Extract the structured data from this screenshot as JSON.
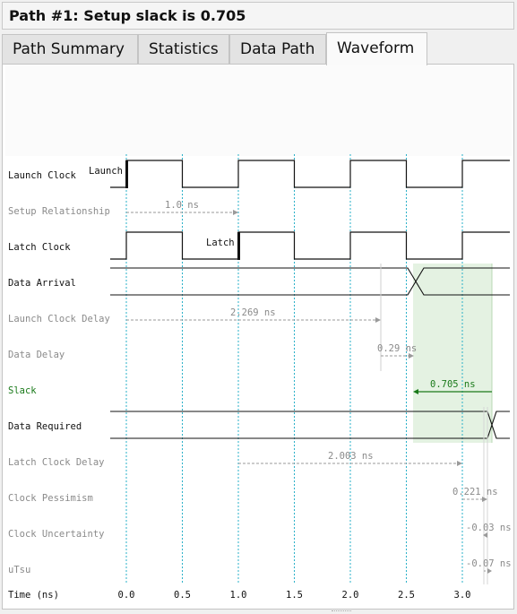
{
  "title": "Path #1: Setup slack is 0.705",
  "tabs": [
    {
      "label": "Path Summary",
      "active": false
    },
    {
      "label": "Statistics",
      "active": false
    },
    {
      "label": "Data Path",
      "active": false
    },
    {
      "label": "Waveform",
      "active": true
    }
  ],
  "rows": [
    {
      "label": "Launch Clock",
      "style": "strong"
    },
    {
      "label": "Setup Relationship",
      "style": "dim"
    },
    {
      "label": "Latch Clock",
      "style": "strong"
    },
    {
      "label": "Data Arrival",
      "style": "strong"
    },
    {
      "label": "Launch Clock Delay",
      "style": "dim"
    },
    {
      "label": "Data Delay",
      "style": "dim"
    },
    {
      "label": "Slack",
      "style": "green"
    },
    {
      "label": "Data Required",
      "style": "strong"
    },
    {
      "label": "Latch Clock Delay",
      "style": "dim"
    },
    {
      "label": "Clock Pessimism",
      "style": "dim"
    },
    {
      "label": "Clock Uncertainty",
      "style": "dim"
    },
    {
      "label": "uTsu",
      "style": "dim"
    }
  ],
  "markers": {
    "launch": "Launch",
    "latch": "Latch"
  },
  "measurements": {
    "setup_relationship": "1.0 ns",
    "launch_clock_delay": "2.269 ns",
    "data_delay": "0.29 ns",
    "slack": "0.705 ns",
    "latch_clock_delay": "2.003 ns",
    "clock_pessimism": "0.221 ns",
    "clock_uncertainty": "-0.03 ns",
    "utsu": "-0.07 ns"
  },
  "time_axis": {
    "label": "Time (ns)",
    "ticks": [
      "0.0",
      "0.5",
      "1.0",
      "1.5",
      "2.0",
      "2.5",
      "3.0"
    ]
  },
  "timing_values": {
    "launch_edge": 0.0,
    "latch_edge": 1.0,
    "clock_period": 1.0,
    "launch_clock_delay": 2.269,
    "data_delay": 0.29,
    "slack": 0.705,
    "latch_clock_delay": 2.003,
    "clock_pessimism": 0.221,
    "clock_uncertainty": -0.03,
    "utsu": -0.07
  },
  "colors": {
    "slack_text": "#1a7a1a",
    "slack_region": "#e4f2e2",
    "grid": "#2ab0c8",
    "dim_text": "#8a8a8a"
  }
}
